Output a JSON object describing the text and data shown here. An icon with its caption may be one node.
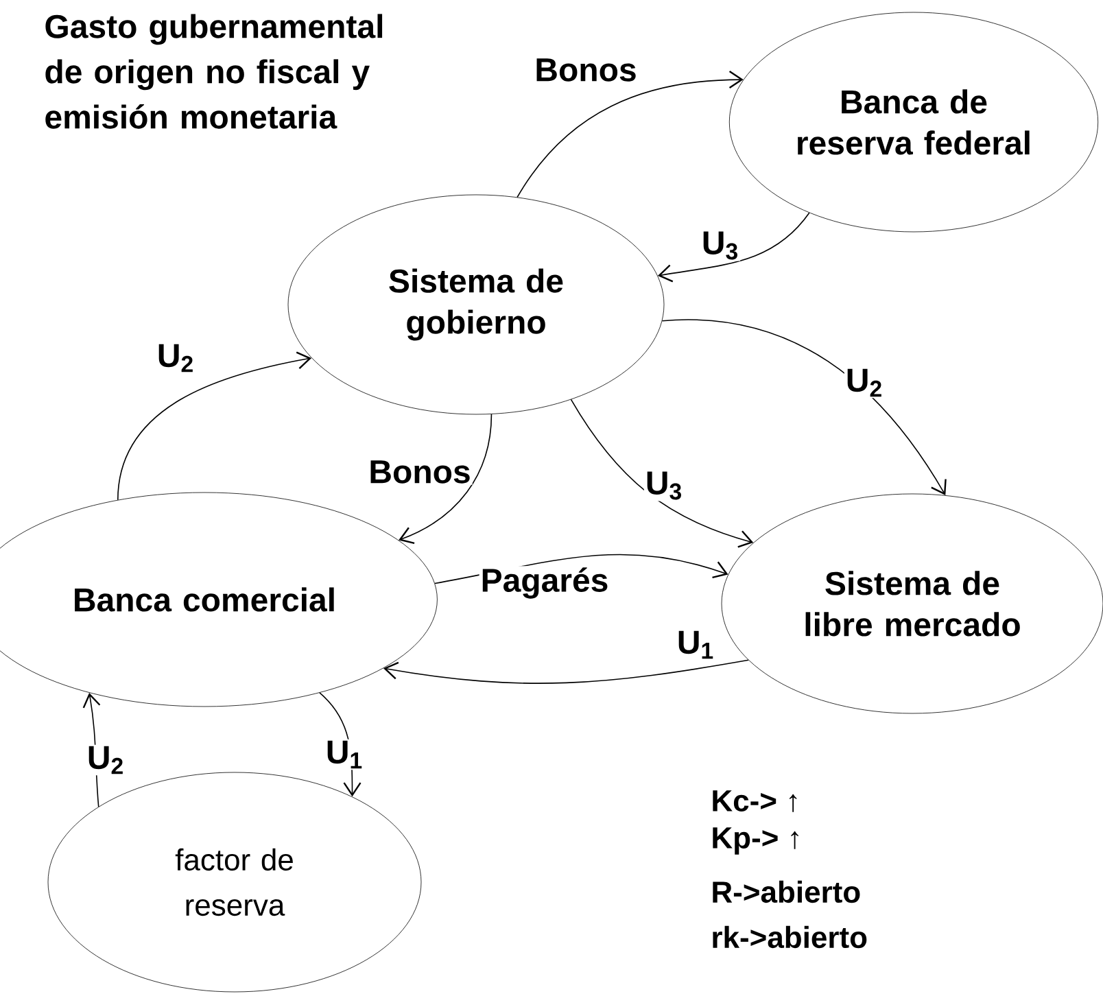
{
  "diagram": {
    "title": "Gasto gubernamental de origen no fiscal y emisión monetaria",
    "nodes": [
      {
        "text": [
          "Banca de reserva federal"
        ]
      },
      {
        "text": [
          "Sistema de gobierno"
        ]
      },
      {
        "text": [
          "Banca comercial"
        ]
      },
      {
        "text": [
          "Sistema de libre mercado"
        ]
      },
      {
        "text": [
          "factor de reserva"
        ]
      }
    ],
    "edges": [
      {
        "from": 1,
        "to": 0,
        "arrow": "to",
        "label": "Bonos"
      },
      {
        "from": 0,
        "to": 1,
        "arrow": "to",
        "label": "U$_{3}$"
      },
      {
        "from": 1,
        "to": 3,
        "arrow": "to",
        "label": "U$_{2}$"
      },
      {
        "from": 1,
        "to": 2,
        "arrow": "to",
        "label": "Bonos"
      },
      {
        "from": 1,
        "to": 3,
        "arrow": "to",
        "label": "U$_{3}$"
      },
      {
        "from": 2,
        "to": 3,
        "arrow": "to",
        "label": "Pagarés"
      },
      {
        "from": 3,
        "to": 2,
        "arrow": "to",
        "label": "U$_{1}$"
      },
      {
        "from": 2,
        "to": 4,
        "arrow": "to",
        "label": "U$_{1}$"
      },
      {
        "from": 4,
        "to": 2,
        "arrow": "to",
        "label": "U$_{2}$"
      },
      {
        "from": 2,
        "to": 1,
        "arrow": "to",
        "label": "U$_{2}$"
      }
    ],
    "labels": [
      "Kc-> ↑",
      "Kp-> ↑",
      "R->abierto",
      "rk->abierto"
    ]
  }
}
